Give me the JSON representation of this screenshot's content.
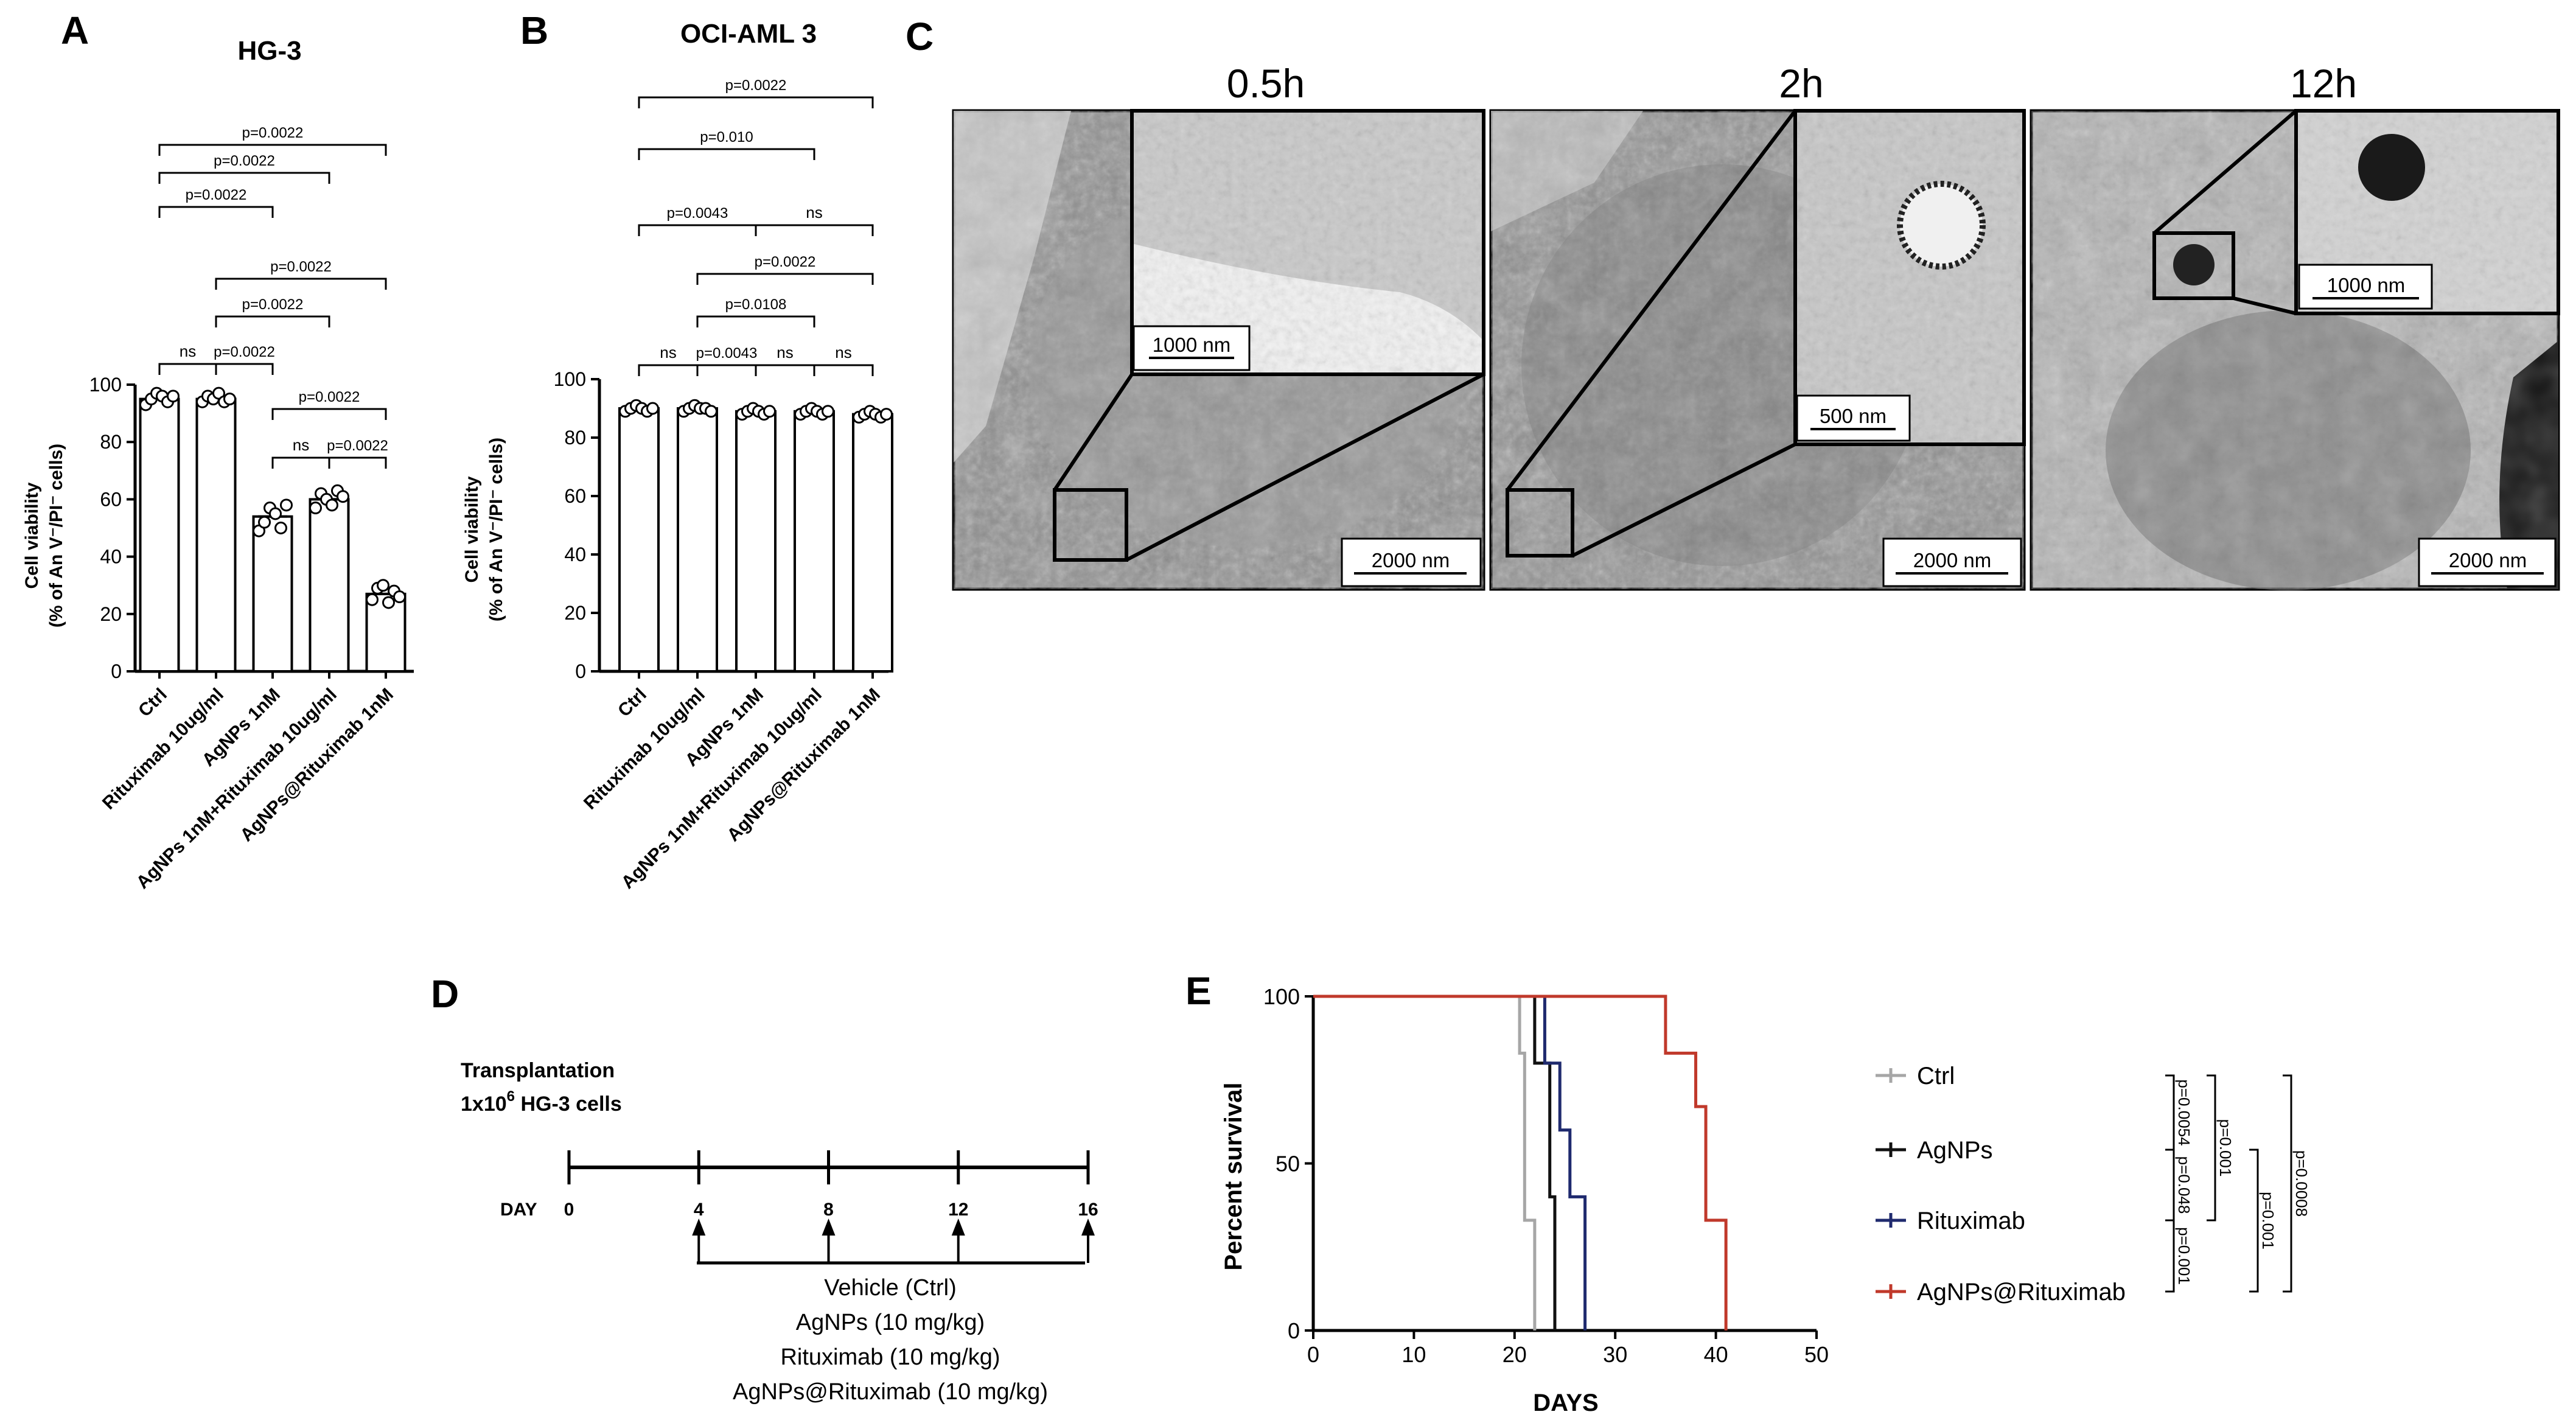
{
  "panels": {
    "A": {
      "letter": "A",
      "title": "HG-3"
    },
    "B": {
      "letter": "B",
      "title": "OCI-AML 3"
    },
    "C": {
      "letter": "C"
    },
    "D": {
      "letter": "D"
    },
    "E": {
      "letter": "E"
    }
  },
  "chart_data": [
    {
      "id": "A",
      "type": "bar",
      "title": "HG-3",
      "ylabel": [
        "Cell viability",
        "(% of An V⁻/PI⁻ cells)"
      ],
      "ylim": [
        0,
        100
      ],
      "yticks": [
        0,
        20,
        40,
        60,
        80,
        100
      ],
      "categories": [
        "Ctrl",
        "Rituximab 10ug/ml",
        "AgNPs 1nM",
        "AgNPs 1nM+Rituximab 10ug/ml",
        "AgNPs@Rituximab 1nM"
      ],
      "values": [
        95,
        95,
        54,
        60,
        27
      ],
      "points": [
        [
          93,
          95,
          97,
          96,
          94,
          96
        ],
        [
          94,
          96,
          95,
          97,
          94,
          95
        ],
        [
          49,
          52,
          57,
          55,
          50,
          58
        ],
        [
          57,
          62,
          60,
          58,
          63,
          61
        ],
        [
          25,
          29,
          30,
          24,
          28,
          26
        ]
      ],
      "comparisons": [
        {
          "a": 0,
          "b": 4,
          "text": "p=0.0022"
        },
        {
          "a": 0,
          "b": 3,
          "text": "p=0.0022"
        },
        {
          "a": 0,
          "b": 2,
          "text": "p=0.0022"
        },
        {
          "a": 1,
          "b": 4,
          "text": "p=0.0022"
        },
        {
          "a": 1,
          "b": 3,
          "text": "p=0.0022"
        },
        {
          "a": 0,
          "b": 1,
          "text": "ns"
        },
        {
          "a": 1,
          "b": 2,
          "text": "p=0.0022"
        },
        {
          "a": 2,
          "b": 4,
          "text": "p=0.0022"
        },
        {
          "a": 2,
          "b": 3,
          "text": "ns"
        },
        {
          "a": 3,
          "b": 4,
          "text": "p=0.0022"
        }
      ]
    },
    {
      "id": "B",
      "type": "bar",
      "title": "OCI-AML 3",
      "ylabel": [
        "Cell viability",
        "(% of An V⁻/PI⁻ cells)"
      ],
      "ylim": [
        0,
        100
      ],
      "yticks": [
        0,
        20,
        40,
        60,
        80,
        100
      ],
      "categories": [
        "Ctrl",
        "Rituximab 10ug/ml",
        "AgNPs 1nM",
        "AgNPs 1nM+Rituximab 10ug/ml",
        "AgNPs@Rituximab 1nM"
      ],
      "values": [
        90,
        90,
        89,
        89,
        88
      ],
      "points": [
        [
          89,
          90,
          91,
          90,
          89,
          90
        ],
        [
          89,
          90,
          91,
          90,
          90,
          89
        ],
        [
          88,
          89,
          90,
          89,
          88,
          89
        ],
        [
          88,
          89,
          90,
          89,
          88,
          89
        ],
        [
          87,
          88,
          89,
          88,
          87,
          88
        ]
      ],
      "comparisons": [
        {
          "a": 0,
          "b": 4,
          "text": "p=0.0022"
        },
        {
          "a": 0,
          "b": 3,
          "text": "p=0.010"
        },
        {
          "a": 0,
          "b": 2,
          "text": "p=0.0043"
        },
        {
          "a": 2,
          "b": 4,
          "text": "ns"
        },
        {
          "a": 1,
          "b": 4,
          "text": "p=0.0022"
        },
        {
          "a": 1,
          "b": 3,
          "text": "p=0.0108"
        },
        {
          "a": 0,
          "b": 1,
          "text": "ns"
        },
        {
          "a": 1,
          "b": 2,
          "text": "p=0.0043"
        },
        {
          "a": 2,
          "b": 3,
          "text": "ns"
        },
        {
          "a": 3,
          "b": 4,
          "text": "ns"
        }
      ]
    },
    {
      "id": "E",
      "type": "line",
      "xlabel": "DAYS",
      "ylabel": "Percent survival",
      "xlim": [
        0,
        50
      ],
      "ylim": [
        0,
        100
      ],
      "xticks": [
        0,
        10,
        20,
        30,
        40,
        50
      ],
      "yticks": [
        0,
        50,
        100
      ],
      "series": [
        {
          "name": "Ctrl",
          "color": "#a6a6a6",
          "steps": [
            [
              0,
              100
            ],
            [
              20.5,
              100
            ],
            [
              20.5,
              83
            ],
            [
              21,
              83
            ],
            [
              21,
              33
            ],
            [
              22,
              33
            ],
            [
              22,
              0
            ]
          ]
        },
        {
          "name": "AgNPs",
          "color": "#111111",
          "steps": [
            [
              0,
              100
            ],
            [
              22,
              100
            ],
            [
              22,
              80
            ],
            [
              23.5,
              80
            ],
            [
              23.5,
              40
            ],
            [
              24,
              40
            ],
            [
              24,
              0
            ]
          ]
        },
        {
          "name": "Rituximab",
          "color": "#1f2a6e",
          "steps": [
            [
              0,
              100
            ],
            [
              23,
              100
            ],
            [
              23,
              80
            ],
            [
              24.5,
              80
            ],
            [
              24.5,
              60
            ],
            [
              25.5,
              60
            ],
            [
              25.5,
              40
            ],
            [
              27,
              40
            ],
            [
              27,
              0
            ]
          ]
        },
        {
          "name": "AgNPs@Rituximab",
          "color": "#c0392b",
          "steps": [
            [
              0,
              100
            ],
            [
              35,
              100
            ],
            [
              35,
              83
            ],
            [
              38,
              83
            ],
            [
              38,
              67
            ],
            [
              39,
              67
            ],
            [
              39,
              33
            ],
            [
              41,
              33
            ],
            [
              41,
              0
            ]
          ]
        }
      ],
      "comparisons": [
        {
          "a": 0,
          "b": 1,
          "text": "p=0.0054"
        },
        {
          "a": 0,
          "b": 2,
          "text": "p=0.001"
        },
        {
          "a": 1,
          "b": 2,
          "text": "p=0.048"
        },
        {
          "a": 2,
          "b": 3,
          "text": "p=0.001"
        },
        {
          "a": 1,
          "b": 3,
          "text": "p=0.001"
        },
        {
          "a": 0,
          "b": 3,
          "text": "p=0.0008"
        }
      ]
    }
  ],
  "tem": [
    {
      "time": "0.5h",
      "scale_main": "2000 nm",
      "scale_inset": "1000 nm"
    },
    {
      "time": "2h",
      "scale_main": "2000 nm",
      "scale_inset": "500 nm"
    },
    {
      "time": "12h",
      "scale_main": "2000 nm",
      "scale_inset": "1000 nm"
    }
  ],
  "schedule": {
    "title_line1": "Transplantation",
    "title_line2_prefix": "1x10",
    "title_line2_sup": "6",
    "title_line2_suffix": " HG-3 cells",
    "axis_label": "DAY",
    "days": [
      0,
      4,
      8,
      12,
      16
    ],
    "treatments": [
      "Vehicle (Ctrl)",
      "AgNPs (10 mg/kg)",
      "Rituximab (10 mg/kg)",
      "AgNPs@Rituximab (10 mg/kg)"
    ]
  }
}
